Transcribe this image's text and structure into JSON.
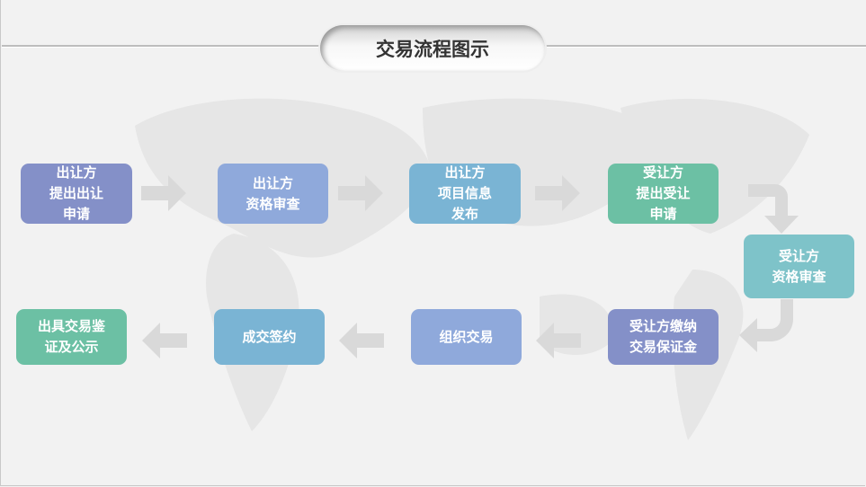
{
  "title": "交易流程图示",
  "steps": [
    {
      "lines": [
        "出让方",
        "提出出让",
        "申请"
      ],
      "color": "#8490c8"
    },
    {
      "lines": [
        "出让方",
        "资格审查"
      ],
      "color": "#8fa9db"
    },
    {
      "lines": [
        "出让方",
        "项目信息",
        "发布"
      ],
      "color": "#7ab4d4"
    },
    {
      "lines": [
        "受让方",
        "提出受让",
        "申请"
      ],
      "color": "#6cc0a4"
    },
    {
      "lines": [
        "受让方",
        "资格审查"
      ],
      "color": "#7ec3c9"
    },
    {
      "lines": [
        "受让方缴纳",
        "交易保证金"
      ],
      "color": "#8490c8"
    },
    {
      "lines": [
        "组织交易"
      ],
      "color": "#8fa9db"
    },
    {
      "lines": [
        "成交签约"
      ],
      "color": "#7ab4d4"
    },
    {
      "lines": [
        "出具交易鉴",
        "证及公示"
      ],
      "color": "#6cc0a4"
    }
  ]
}
